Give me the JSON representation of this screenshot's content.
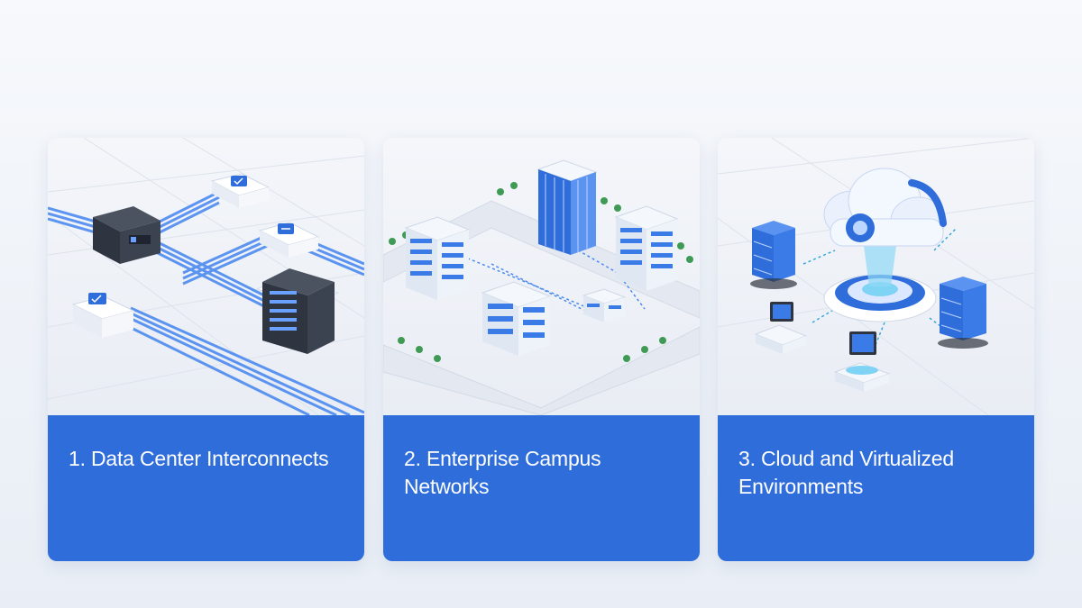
{
  "cards": [
    {
      "title": "1. Data Center Interconnects",
      "illustration": "data-center-racks-and-fiber"
    },
    {
      "title": "2. Enterprise Campus Networks",
      "illustration": "campus-buildings-network"
    },
    {
      "title": "3. Cloud and Virtualized Environments",
      "illustration": "cloud-servers-virtualization"
    }
  ],
  "colors": {
    "accent": "#2f6ddb",
    "panel_text": "#ffffff",
    "background": "#f0f3f8",
    "illustration_blue": "#3a7be8",
    "dark_rack": "#3b4250"
  }
}
